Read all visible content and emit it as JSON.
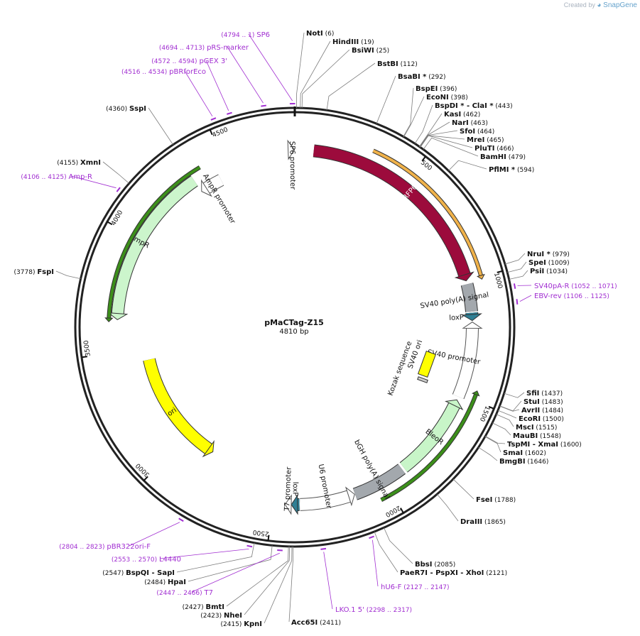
{
  "app": {
    "created_by": "Created by",
    "brand": "SnapGene"
  },
  "plasmid": {
    "name": "pMaCTag-Z15",
    "length": 4810,
    "length_label": "4810 bp"
  },
  "ticks": [
    "500",
    "1000",
    "1500",
    "2000",
    "2500",
    "3000",
    "3500",
    "4000",
    "4500"
  ],
  "features": [
    {
      "id": "mirfp670",
      "label": "miRFP670",
      "start": 82,
      "end": 1000,
      "color": "#9c0b3c",
      "strand": 1,
      "label_style": "inside"
    },
    {
      "id": "orange-feature",
      "label": "",
      "start": 320,
      "end": 1010,
      "color": "#f0b24a",
      "strand": 1,
      "label_style": "none"
    },
    {
      "id": "sv40-polya",
      "label": "SV40 poly(A) signal",
      "start": 1015,
      "end": 1135,
      "color": "#a3a8ad",
      "strand": 0,
      "label_style": "outside"
    },
    {
      "id": "loxp-1",
      "label": "loxP",
      "start": 1140,
      "end": 1174,
      "color": "#2f7f94",
      "strand": 1,
      "label_style": "outside"
    },
    {
      "id": "sv40-promoter",
      "label": "SV40 promoter",
      "start": 1180,
      "end": 1510,
      "color": "#ffffff",
      "strand": -1,
      "label_style": "outside"
    },
    {
      "id": "bleor",
      "label": "BleoR",
      "start": 1525,
      "end": 1900,
      "color": "#c8f5c8",
      "strand": -1,
      "label_style": "inside"
    },
    {
      "id": "green-feature",
      "label": "",
      "start": 1460,
      "end": 2050,
      "color": "#3c8f1a",
      "strand": -1,
      "label_style": "none"
    },
    {
      "id": "bgh-polya",
      "label": "bGH poly(A) signal",
      "start": 1910,
      "end": 2140,
      "color": "#a3a8ad",
      "strand": 0,
      "label_style": "outside"
    },
    {
      "id": "u6-promoter",
      "label": "U6 promoter",
      "start": 2142,
      "end": 2382,
      "color": "#ffffff",
      "strand": -1,
      "label_style": "outside"
    },
    {
      "id": "loxp-2",
      "label": "loxP",
      "start": 2385,
      "end": 2420,
      "color": "#2f7f94",
      "strand": 1,
      "label_style": "outside"
    },
    {
      "id": "t7-promoter",
      "label": "T7 promoter",
      "start": 2428,
      "end": 2447,
      "color": "#ffffff",
      "strand": 1,
      "label_style": "outside"
    },
    {
      "id": "ori",
      "label": "ori",
      "start": 2850,
      "end": 3440,
      "color": "#ffff00",
      "strand": -1,
      "label_style": "inside"
    },
    {
      "id": "ampr",
      "label": "AmpR",
      "start": 3640,
      "end": 4350,
      "color": "#ccf5cc",
      "strand": -1,
      "label_style": "inside"
    },
    {
      "id": "amp-green",
      "label": "",
      "start": 3630,
      "end": 4400,
      "color": "#3c8f1a",
      "strand": -1,
      "label_style": "none"
    },
    {
      "id": "ampr-promoter",
      "label": "AmpR promoter",
      "start": 4350,
      "end": 4455,
      "color": "#ffffff",
      "strand": -1,
      "label_style": "outside"
    },
    {
      "id": "sp6-promoter",
      "label": "SP6 promoter",
      "start": 4790,
      "end": 4808,
      "color": "#ffffff",
      "strand": 1,
      "label_style": "outside"
    },
    {
      "id": "sv40-ori",
      "label": "SV40 ori",
      "start": 0,
      "end": 0,
      "color": "#ffff00",
      "strand": 0,
      "label_style": "fixed"
    },
    {
      "id": "kozak",
      "label": "Kozak sequence",
      "start": 0,
      "end": 0,
      "color": "#cccccc",
      "strand": 0,
      "label_style": "fixed"
    }
  ],
  "sites_right": [
    {
      "name": "NotI",
      "pos": "(6)",
      "star": ""
    },
    {
      "name": "HindIII",
      "pos": "(19)",
      "star": ""
    },
    {
      "name": "BsiWI",
      "pos": "(25)",
      "star": ""
    },
    {
      "name": "BstBI",
      "pos": "(112)",
      "star": ""
    },
    {
      "name": "BsaBI",
      "pos": "(292)",
      "star": "*"
    },
    {
      "name": "BspEI",
      "pos": "(396)",
      "star": ""
    },
    {
      "name": "EcoNI",
      "pos": "(398)",
      "star": ""
    },
    {
      "name": "BspDI",
      "pos": "",
      "star": "*",
      "extra": "-  ClaI",
      "extra_star": "*",
      "extra_pos": "(443)"
    },
    {
      "name": "KasI",
      "pos": "(462)",
      "star": ""
    },
    {
      "name": "NarI",
      "pos": "(463)",
      "star": ""
    },
    {
      "name": "SfoI",
      "pos": "(464)",
      "star": ""
    },
    {
      "name": "MreI",
      "pos": "(465)",
      "star": ""
    },
    {
      "name": "PluTI",
      "pos": "(466)",
      "star": ""
    },
    {
      "name": "BamHI",
      "pos": "(479)",
      "star": ""
    },
    {
      "name": "PflMI",
      "pos": "(594)",
      "star": "*"
    },
    {
      "name": "NruI",
      "pos": "(979)",
      "star": "*"
    },
    {
      "name": "SpeI",
      "pos": "(1009)",
      "star": ""
    },
    {
      "name": "PsiI",
      "pos": "(1034)",
      "star": ""
    },
    {
      "name": "SfiI",
      "pos": "(1437)",
      "star": ""
    },
    {
      "name": "StuI",
      "pos": "(1483)",
      "star": ""
    },
    {
      "name": "AvrII",
      "pos": "(1484)",
      "star": ""
    },
    {
      "name": "EcoRI",
      "pos": "(1500)",
      "star": ""
    },
    {
      "name": "MscI",
      "pos": "(1515)",
      "star": ""
    },
    {
      "name": "MauBI",
      "pos": "(1548)",
      "star": ""
    },
    {
      "name": "TspMI",
      "pos": "",
      "star": "",
      "extra": "-  XmaI",
      "extra_star": "",
      "extra_pos": "(1600)"
    },
    {
      "name": "SmaI",
      "pos": "(1602)",
      "star": ""
    },
    {
      "name": "BmgBI",
      "pos": "(1646)",
      "star": ""
    },
    {
      "name": "FseI",
      "pos": "(1788)",
      "star": ""
    },
    {
      "name": "DraIII",
      "pos": "(1865)",
      "star": ""
    },
    {
      "name": "BbsI",
      "pos": "(2085)",
      "star": ""
    },
    {
      "name": "PaeR7I",
      "pos": "",
      "star": "",
      "extra": "-  PspXI  -  XhoI",
      "extra_star": "",
      "extra_pos": "(2121)"
    },
    {
      "name": "Acc65I",
      "pos": "(2411)",
      "star": ""
    }
  ],
  "sites_left": [
    {
      "name": "SspI",
      "pos": "(4360)"
    },
    {
      "name": "XmnI",
      "pos": "(4155)"
    },
    {
      "name": "FspI",
      "pos": "(3778)"
    },
    {
      "name": "BspQI",
      "pos": "(2547)",
      "extra": "-  SapI"
    },
    {
      "name": "HpaI",
      "pos": "(2484)"
    },
    {
      "name": "BmtI",
      "pos": "(2427)"
    },
    {
      "name": "NheI",
      "pos": "(2423)"
    },
    {
      "name": "KpnI",
      "pos": "(2415)"
    }
  ],
  "primers": [
    {
      "name": "SP6",
      "range": "(4794 .. 1)"
    },
    {
      "name": "pRS-marker",
      "range": "(4694 .. 4713)"
    },
    {
      "name": "pGEX 3'",
      "range": "(4572 .. 4594)"
    },
    {
      "name": "pBRforEco",
      "range": "(4516 .. 4534)"
    },
    {
      "name": "Amp-R",
      "range": "(4106 .. 4125)"
    },
    {
      "name": "SV40pA-R",
      "range": "(1052 .. 1071)"
    },
    {
      "name": "EBV-rev",
      "range": "(1106 .. 1125)"
    },
    {
      "name": "pBR322ori-F",
      "range": "(2804 .. 2823)"
    },
    {
      "name": "L4440",
      "range": "(2553 .. 2570)"
    },
    {
      "name": "T7",
      "range": "(2447 .. 2466)"
    },
    {
      "name": "hU6-F",
      "range": "(2127 .. 2147)"
    },
    {
      "name": "LKO.1 5'",
      "range": "(2298 .. 2317)"
    }
  ],
  "colors": {
    "primer": "#a12ed1",
    "backbone": "#222222",
    "site_line": "#7d7d7d"
  }
}
